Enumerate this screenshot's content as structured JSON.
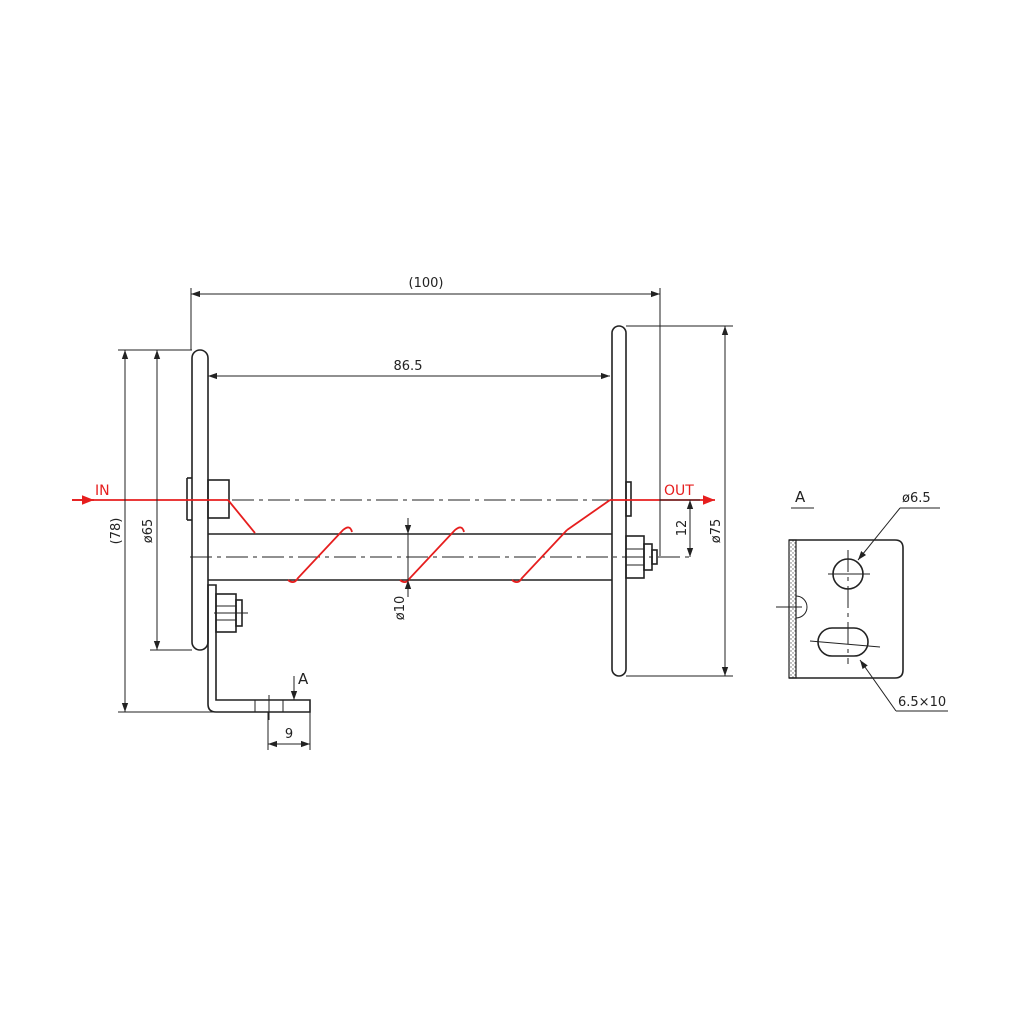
{
  "dimensions": {
    "overall_length": "(100)",
    "inner_length": "86.5",
    "overall_height": "(78)",
    "left_flange_diameter": "ø65",
    "right_flange_diameter": "ø75",
    "offset": "12",
    "shaft_diameter": "ø10",
    "bracket_width": "9",
    "hole_diameter": "ø6.5",
    "slot_size": "6.5×10"
  },
  "flow": {
    "in_label": "IN",
    "out_label": "OUT"
  },
  "view": {
    "arrow_label": "A",
    "detail_label": "A"
  },
  "colors": {
    "line": "#222222",
    "wire": "#e61e1e",
    "background": "#ffffff"
  }
}
